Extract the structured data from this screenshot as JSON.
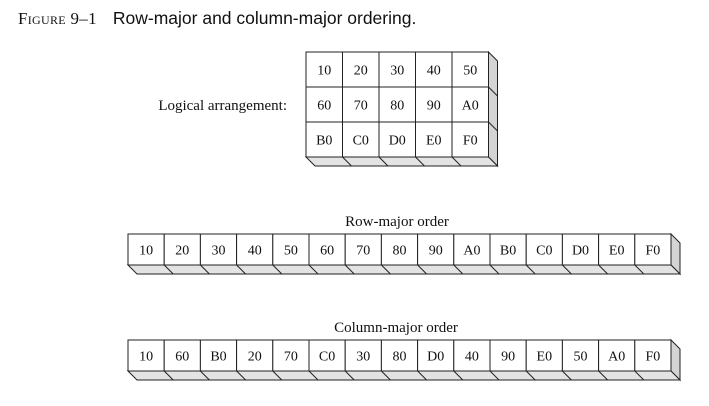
{
  "figure": {
    "label": "Figure 9–1",
    "caption": "Row-major and column-major ordering."
  },
  "logical": {
    "label": "Logical arrangement:",
    "rows": [
      [
        "10",
        "20",
        "30",
        "40",
        "50"
      ],
      [
        "60",
        "70",
        "80",
        "90",
        "A0"
      ],
      [
        "B0",
        "C0",
        "D0",
        "E0",
        "F0"
      ]
    ]
  },
  "row_major": {
    "title": "Row-major order",
    "cells": [
      "10",
      "20",
      "30",
      "40",
      "50",
      "60",
      "70",
      "80",
      "90",
      "A0",
      "B0",
      "C0",
      "D0",
      "E0",
      "F0"
    ]
  },
  "column_major": {
    "title": "Column-major order",
    "cells": [
      "10",
      "60",
      "B0",
      "20",
      "70",
      "C0",
      "30",
      "80",
      "D0",
      "40",
      "90",
      "E0",
      "50",
      "A0",
      "F0"
    ]
  },
  "colors": {
    "face": "#ffffff",
    "side": "#d4d4d4",
    "bottom": "#e3e3e3",
    "stroke": "#222222"
  }
}
